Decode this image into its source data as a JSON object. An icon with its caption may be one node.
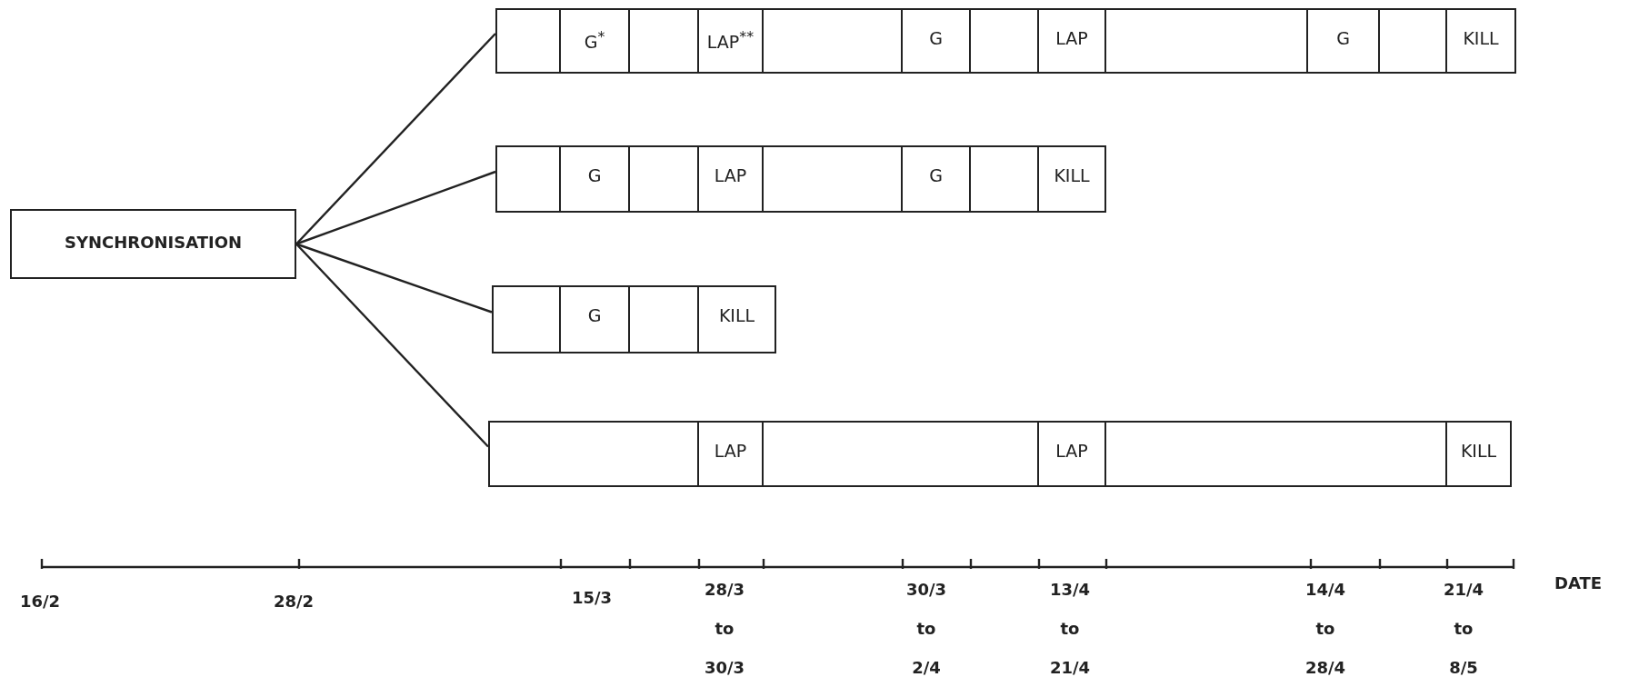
{
  "diagram": {
    "nodes": [
      {
        "text": [
          "SYNCHRONISATION"
        ]
      },
      {
        "text": [],
        "shape": "bar"
      },
      {
        "text": [],
        "shape": "box",
        "in": 1
      },
      {
        "text": [
          "G$^{*}$"
        ],
        "in": 1
      },
      {
        "text": [],
        "shape": "box",
        "in": 1
      },
      {
        "text": [
          "LAP$^{**}$"
        ],
        "in": 1
      },
      {
        "text": [],
        "shape": "box",
        "in": 1
      },
      {
        "text": [
          "G"
        ],
        "in": 1
      },
      {
        "text": [],
        "shape": "box",
        "in": 1
      },
      {
        "text": [
          "LAP"
        ],
        "in": 1
      },
      {
        "text": [],
        "shape": "box",
        "in": 1
      },
      {
        "text": [
          "G"
        ],
        "in": 1
      },
      {
        "text": [],
        "shape": "box",
        "in": 1
      },
      {
        "text": [
          "KILL"
        ],
        "in": 1
      },
      {
        "text": [],
        "shape": "bar"
      },
      {
        "text": [],
        "shape": "box",
        "in": 14
      },
      {
        "text": [
          "G"
        ],
        "in": 14
      },
      {
        "text": [],
        "shape": "box",
        "in": 14
      },
      {
        "text": [
          "LAP"
        ],
        "in": 14
      },
      {
        "text": [],
        "shape": "box",
        "in": 14
      },
      {
        "text": [
          "G"
        ],
        "in": 14
      },
      {
        "text": [],
        "shape": "box",
        "in": 14
      },
      {
        "text": [
          "KILL"
        ],
        "in": 14
      },
      {
        "text": [],
        "shape": "bar"
      },
      {
        "text": [],
        "shape": "box",
        "in": 23
      },
      {
        "text": [
          "G"
        ],
        "in": 23
      },
      {
        "text": [],
        "shape": "box",
        "in": 23
      },
      {
        "text": [
          "KILL"
        ],
        "in": 23
      },
      {
        "text": [],
        "shape": "bar"
      },
      {
        "text": [],
        "shape": "box",
        "in": 28
      },
      {
        "text": [
          "LAP"
        ],
        "in": 28
      },
      {
        "text": [],
        "shape": "box",
        "in": 28
      },
      {
        "text": [
          "LAP"
        ],
        "in": 28
      },
      {
        "text": [],
        "shape": "box",
        "in": 28
      },
      {
        "text": [
          "KILL"
        ],
        "in": 28
      }
    ],
    "edges": [
      {
        "from": 0,
        "to": 1,
        "arrow": "none"
      },
      {
        "from": 0,
        "to": 14,
        "arrow": "none"
      },
      {
        "from": 0,
        "to": 23,
        "arrow": "none"
      },
      {
        "from": 0,
        "to": 28,
        "arrow": "none"
      }
    ],
    "labels": [
      "DATE",
      "16/2",
      "28/2",
      "15/3",
      "28/3 to 30/3",
      "30/3 to 2/4",
      "13/4 to 21/4",
      "14/4 to 28/4",
      "21/4 to 8/5"
    ]
  }
}
